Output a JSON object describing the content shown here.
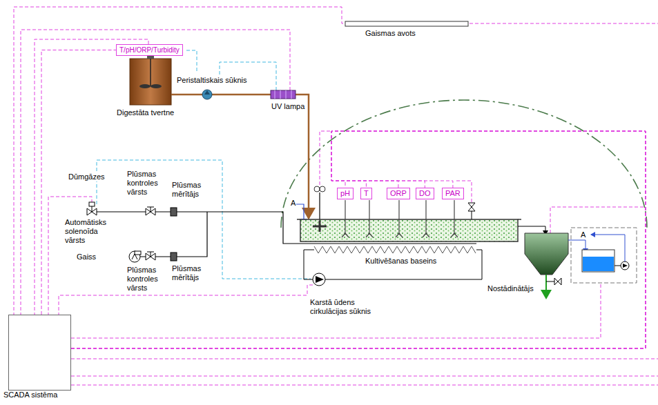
{
  "diagram": {
    "nodes": [
      {
        "text": [
          "T/pH/ORP/Turbidity"
        ]
      },
      {
        "text": [
          "pH"
        ]
      },
      {
        "text": [
          "T"
        ]
      },
      {
        "text": [
          "ORP"
        ]
      },
      {
        "text": [
          "DO"
        ]
      },
      {
        "text": [
          "PAR"
        ]
      },
      {
        "text": [
          "SCADA sistēma"
        ]
      }
    ],
    "edges": [
      {
        "from": 6,
        "to": 0,
        "arrow": "none"
      },
      {
        "from": 6,
        "to": 1,
        "arrow": "none"
      },
      {
        "from": 6,
        "to": 2,
        "arrow": "none"
      },
      {
        "from": 6,
        "to": 3,
        "arrow": "none"
      },
      {
        "from": 6,
        "to": 4,
        "arrow": "none"
      },
      {
        "from": 6,
        "to": 5,
        "arrow": "none"
      }
    ],
    "labels": [
      "Gaismas avots",
      "Peristaltiskais sūknis",
      "UV lampa",
      "Digestāta tvertne",
      "Dūmgāzes",
      "Plūsmas kontroles vārsts",
      "Plūsmas mērītājs",
      "A",
      "Automātisks solenoīda vārsts",
      "Gaiss",
      "Plūsmas kontroles vārsts",
      "Plūsmas mērītājs",
      "Kultivēšanas baseins",
      "Nostādinātājs",
      "A",
      "Karstā ūdens cirkulācijas sūknis"
    ]
  }
}
